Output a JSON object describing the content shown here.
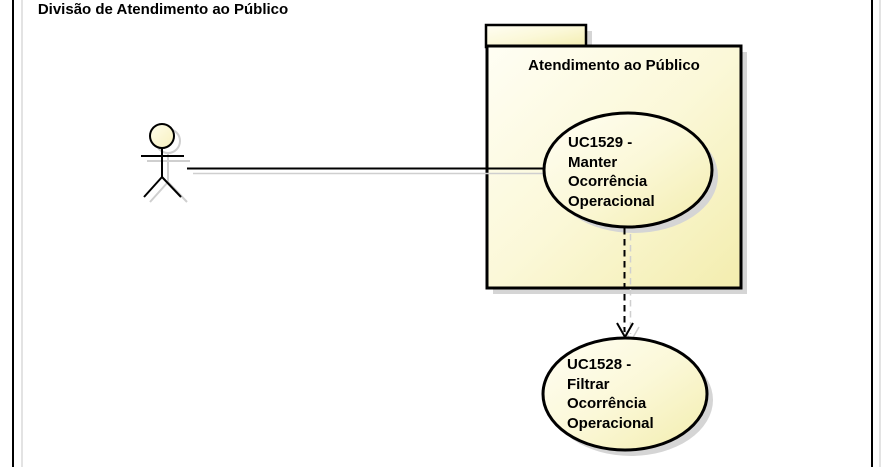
{
  "diagram": {
    "actor": {
      "label": "Divisão de Atendimento ao Público"
    },
    "package": {
      "title": "Atendimento ao Público"
    },
    "uc1529": {
      "lines": [
        "UC1529 -",
        "Manter",
        "Ocorrência",
        "Operacional"
      ]
    },
    "uc1528": {
      "lines": [
        "UC1528 -",
        "Filtrar",
        "Ocorrência",
        "Operacional"
      ]
    }
  },
  "colors": {
    "stroke": "#000000",
    "fill_top": "#FFFEF4",
    "fill_mid": "#FBF8D8",
    "fill_bottom": "#F3EDAE",
    "head_top": "#FFFEEC",
    "head_bottom": "#F7F0BE",
    "shadow_fill": "#D5D5D5",
    "shadow_line": "#CFCFCF",
    "frame_black": "#000000",
    "frame_gray": "#E3E3E3"
  }
}
